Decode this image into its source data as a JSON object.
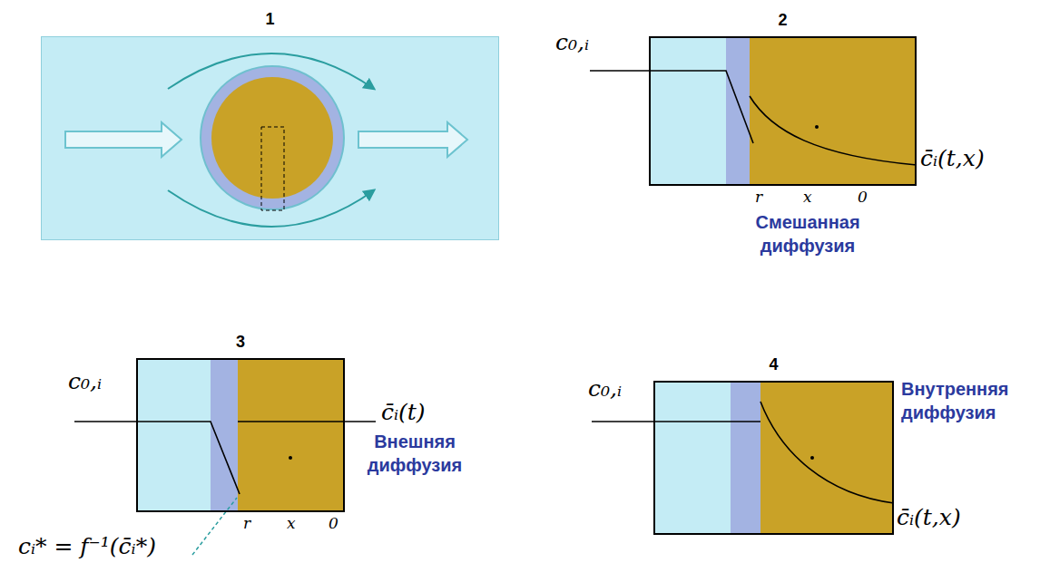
{
  "diagram": {
    "nodes": [
      {
        "text": [
          "1"
        ]
      },
      {
        "text": [
          "2"
        ]
      },
      {
        "text": [
          "3"
        ]
      },
      {
        "text": [
          "4"
        ]
      }
    ],
    "labels": [
      "c₀,ᵢ",
      "c̄ᵢ(t,x)",
      "r",
      "x",
      "0",
      "Смешанная диффузия",
      "c₀,ᵢ",
      "c̄ᵢ(t)",
      "Внешняя диффузия",
      "r",
      "x",
      "0",
      "cᵢ* = f⁻¹(c̄ᵢ*)",
      "c₀,ᵢ",
      "Внутренняя диффузия",
      "c̄ᵢ(t,x)"
    ]
  }
}
